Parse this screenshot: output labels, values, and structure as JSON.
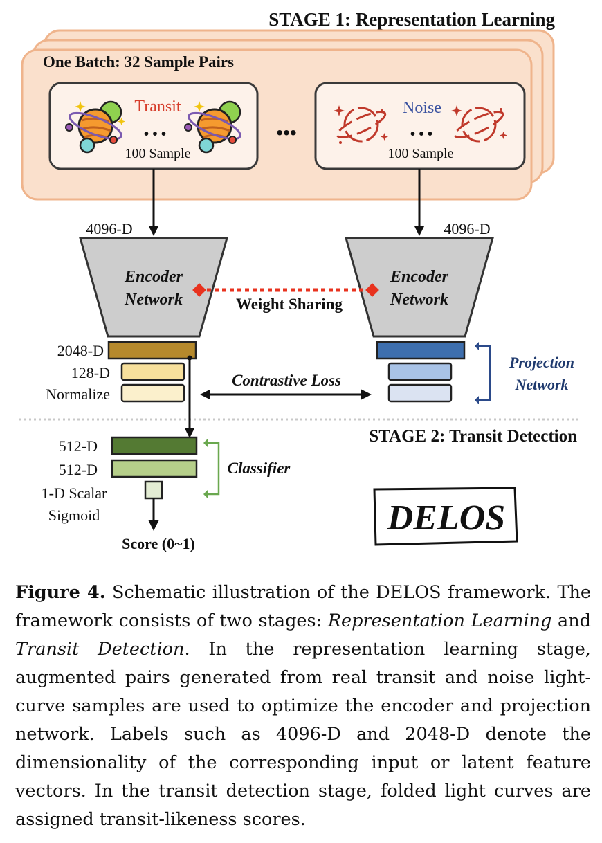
{
  "stage1": {
    "title": "STAGE 1: Representation Learning"
  },
  "stage2": {
    "title": "STAGE 2: Transit Detection"
  },
  "batch": {
    "label": "One Batch: 32 Sample Pairs",
    "ellipsis": "•••",
    "transit": {
      "label": "Transit",
      "count": "100 Sample",
      "dots": "• • •"
    },
    "noise": {
      "label": "Noise",
      "count": "100 Sample",
      "dots": "• • •"
    }
  },
  "left": {
    "input_dim": "4096-D",
    "encoder_line1": "Encoder",
    "encoder_line2": "Network",
    "feat_dim": "2048-D",
    "proj_dim": "128-D",
    "normalize": "Normalize"
  },
  "right": {
    "input_dim": "4096-D",
    "encoder_line1": "Encoder",
    "encoder_line2": "Network"
  },
  "weight_sharing": "Weight Sharing",
  "contrastive_loss": "Contrastive Loss",
  "projection": {
    "line1": "Projection",
    "line2": "Network"
  },
  "classifier": {
    "label": "Classifier",
    "layer1": "512-D",
    "layer2": "512-D",
    "layer3_line1": "1-D Scalar",
    "layer3_line2": "Sigmoid",
    "score": "Score (0~1)"
  },
  "logo": "DELOS",
  "caption": {
    "fig_label": "Figure 4.",
    "text1": " Schematic illustration of the DELOS framework. The framework consists of two stages: ",
    "italic1": "Representation Learning",
    "text2": " and ",
    "italic2": "Transit Detection",
    "text3": ". In the representation learning stage, augmented pairs generated from real transit and noise light-curve samples are used to optimize the encoder and projection network. Labels such as 4096-D and 2048-D denote the dimensionality of the corresponding input or latent feature vectors. In the transit detection stage, folded light curves are assigned transit-likeness scores."
  },
  "colors": {
    "batch_fill": "#fae0cc",
    "batch_stroke": "#efb48c",
    "encoder_fill": "#cdcdcd",
    "weight_sharing": "#e8321e",
    "feat_left": "#b5892c",
    "proj_left_1": "#f7e09c",
    "proj_left_2": "#fbf0cc",
    "feat_right": "#3e6fae",
    "proj_right_1": "#a9c3e6",
    "proj_right_2": "#dbe3f2",
    "projection_text": "#1f3a6e",
    "cls_1": "#547a33",
    "cls_2": "#b6cf8a",
    "cls_3": "#e3ecd3",
    "classifier_bracket": "#6aa84f",
    "transit_text": "#d63c2a",
    "noise_text": "#3a52a0",
    "noise_icon": "#c0392b"
  }
}
